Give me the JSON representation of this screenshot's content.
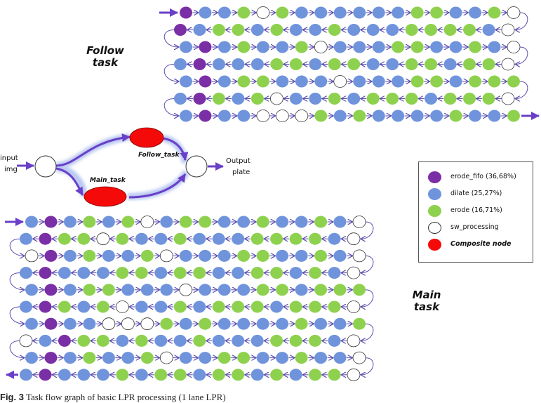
{
  "colors": {
    "erode_fifo": "#7a2fa6",
    "dilate": "#6f94dc",
    "erode": "#8ed14e",
    "sw_processing": "#ffffff",
    "composite": "#f50a0a",
    "arrow": "#5b4bb0",
    "glow": "#b9c9f2"
  },
  "follow_task": {
    "title_line1": "Follow",
    "title_line2": "task",
    "rows": [
      "PDDEWEDDDDDDEEDDEW",
      "WDEEEEDDDEDDEDEEDP",
      "DPDEDDEWDDDEEDDEDW",
      "WEEDEEDDEEDEEDDDPD",
      "DPDEEDDDWDDDEEDEEE",
      "WEEEDEEEDEDDWEDEPD",
      "DPDDWWWEDEDDDDEDDE"
    ]
  },
  "main_task": {
    "title_line1": "Main",
    "title_line2": "task",
    "rows": [
      "DPDEDEWDEEDDEDDEDW",
      "WDEEEEDDDEDDEWEEPD",
      "WPDEDDEWDDDEEDDEDW",
      "WDEDEEDDEEDEEDDDPD",
      "DPDEEDDDWDDDEEDEEE",
      "WEEEDEEEDEDDWEDEPD",
      "DPDDWWWEDEDDDDEDDE",
      "WDEEEDDDEDDEDEEPDW",
      "DPDEDDEWDDEEDDEDDW",
      "WEEDEDEEDEEDEDDDPD"
    ]
  },
  "top_level": {
    "input_line1": "input",
    "input_line2": "img",
    "output_line1": "Output",
    "output_line2": "plate",
    "follow_label": "Follow_task",
    "main_label": "Main_task"
  },
  "legend": [
    {
      "key": "erode_fifo",
      "label": "erode_fifo (36,68%)",
      "bold": false
    },
    {
      "key": "dilate",
      "label": "dilate (25,27%)",
      "bold": false
    },
    {
      "key": "erode",
      "label": "erode (16,71%)",
      "bold": false
    },
    {
      "key": "sw_processing",
      "label": "sw_processing",
      "bold": false
    },
    {
      "key": "composite",
      "label": "Composite node",
      "bold": true
    }
  ],
  "caption": {
    "fig_no": "Fig. 3",
    "text": "Task flow graph of basic LPR processing (1 lane LPR)"
  }
}
